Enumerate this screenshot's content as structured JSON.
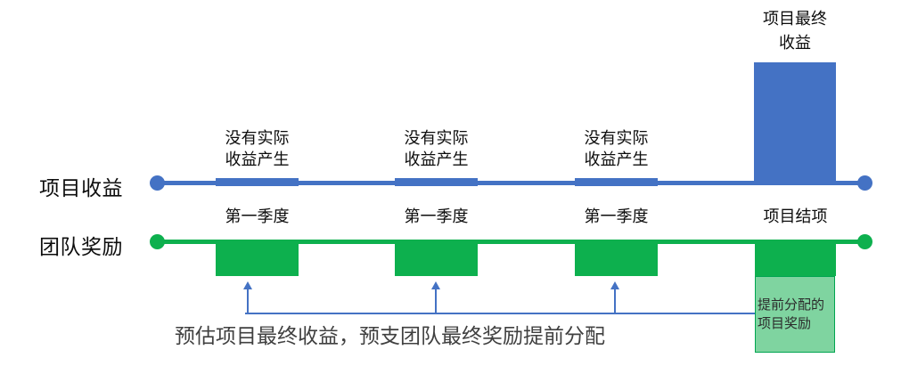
{
  "diagram": {
    "type": "timeline-comparison",
    "rows": [
      {
        "id": "revenue",
        "label": "项目收益",
        "color": "#4472C4",
        "segments": [
          {
            "top_caption": "没有实际\n收益产生",
            "bottom_caption": "第一季度"
          },
          {
            "top_caption": "没有实际\n收益产生",
            "bottom_caption": "第一季度"
          },
          {
            "top_caption": "没有实际\n收益产生",
            "bottom_caption": "第一季度"
          },
          {
            "top_caption": "项目最终\n收益",
            "bottom_caption": "项目结项"
          }
        ]
      },
      {
        "id": "reward",
        "label": "团队奖励",
        "color": "#0DB04E",
        "segments": [
          {
            "bottom_caption": "第一季度"
          },
          {
            "bottom_caption": "第一季度"
          },
          {
            "bottom_caption": "第一季度"
          },
          {
            "bottom_caption": "项目结项"
          }
        ]
      }
    ],
    "final_revenue_caption": "项目最终\n收益",
    "bottom_note": "预估项目最终收益，预支团队最终奖励提前分配",
    "callout": {
      "text": "提前分配的\n项目奖励",
      "fill": "#7FD4A0",
      "border": "#00A550"
    }
  },
  "colors": {
    "blue": "#4472C4",
    "green": "#0DB04E",
    "callout_fill": "#7FD4A0",
    "callout_border": "#00A550",
    "text": "#0d0d0d"
  }
}
